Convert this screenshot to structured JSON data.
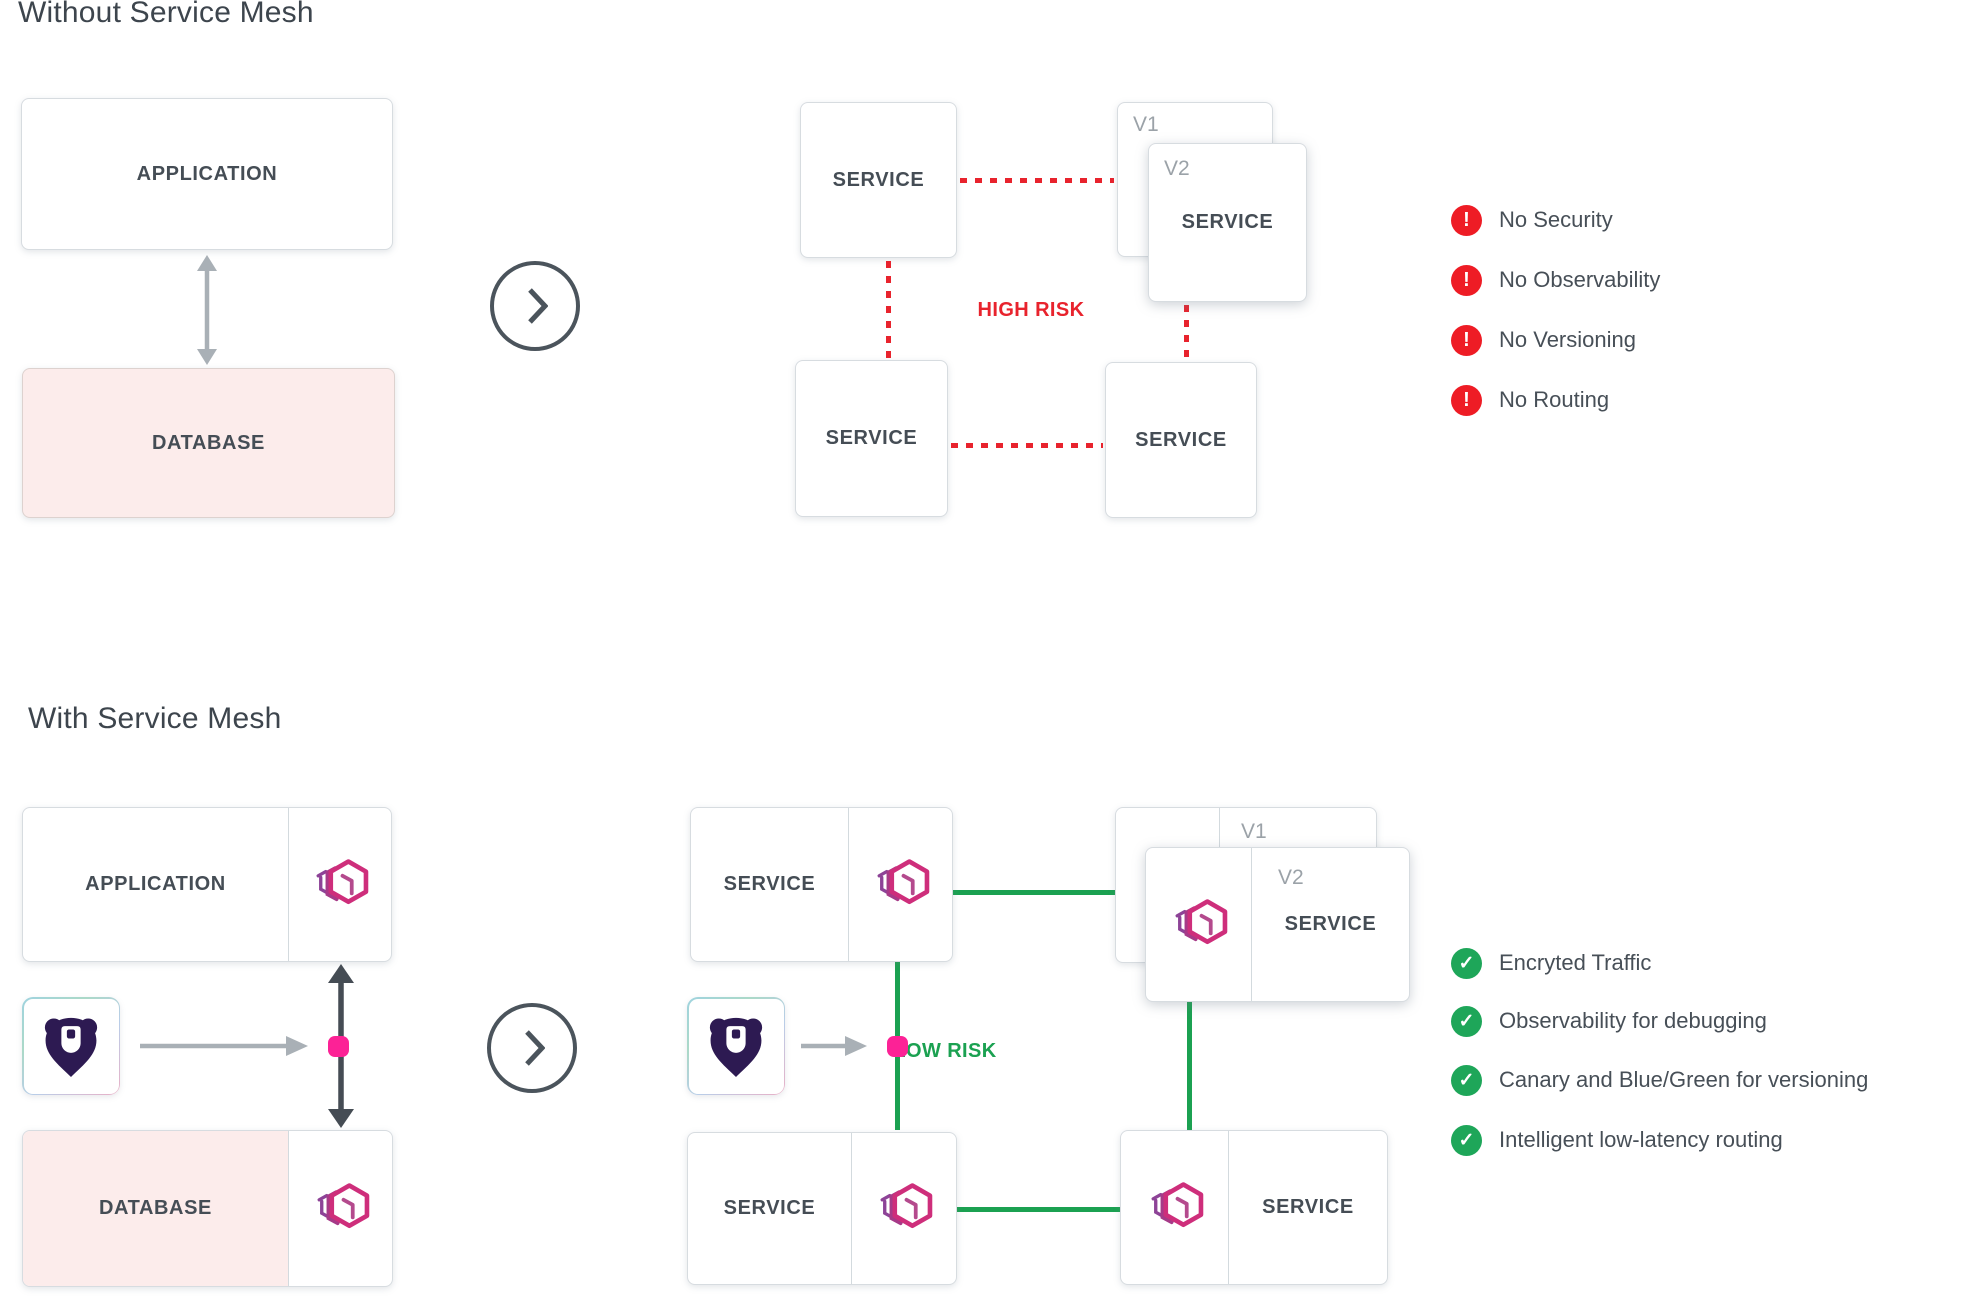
{
  "without": {
    "title": "Without Service Mesh",
    "application": "APPLICATION",
    "database": "DATABASE",
    "service": "SERVICE",
    "v1": "V1",
    "v2": "V2",
    "risk": "HIGH RISK",
    "issues": [
      {
        "label": "No Security"
      },
      {
        "label": "No Observability"
      },
      {
        "label": "No Versioning"
      },
      {
        "label": "No Routing"
      }
    ]
  },
  "with_mesh": {
    "title": "With Service Mesh",
    "application": "APPLICATION",
    "database": "DATABASE",
    "service": "SERVICE",
    "v1": "V1",
    "v2": "V2",
    "risk": "LOW RISK",
    "benefits": [
      {
        "label": "Encryted Traffic"
      },
      {
        "label": "Observability for debugging"
      },
      {
        "label": "Canary and Blue/Green for versioning"
      },
      {
        "label": "Intelligent low-latency routing"
      }
    ]
  },
  "icons": {
    "error_glyph": "!",
    "check_glyph": "✓",
    "chevron": "right-chevron",
    "sidecar": "mesh-sidecar-hexagon",
    "mascot": "kuma-bear"
  },
  "colors": {
    "risk_red": "#e8232d",
    "error_red": "#ee1c25",
    "mesh_green": "#1ba151",
    "check_green": "#1ea659",
    "sidecar_pink": "#ce2e7b",
    "sidecar_purple": "#93408f",
    "dot_pink": "#fc2296",
    "database_bg": "#fceceb",
    "bear_purple": "#2d1a52",
    "text_dark": "#454d55",
    "text_gray": "#9ba2a8"
  }
}
